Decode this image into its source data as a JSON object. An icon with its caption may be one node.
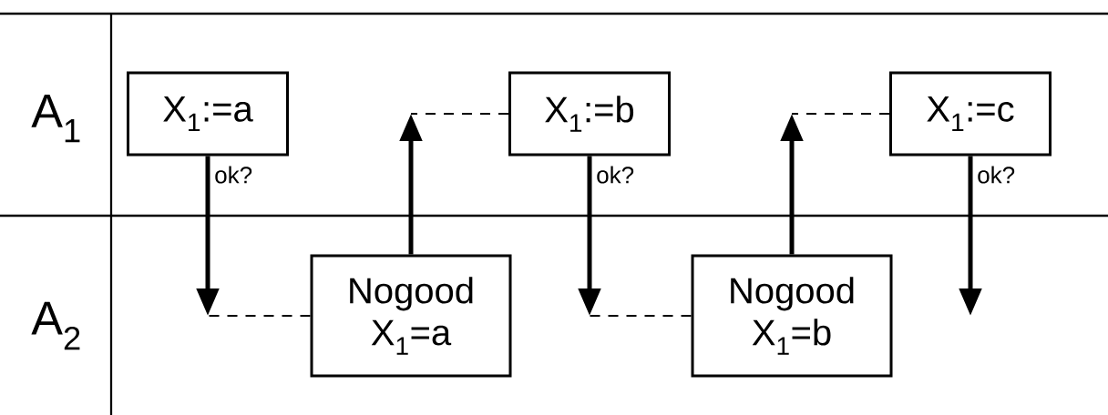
{
  "diagram": {
    "nodes": [
      {
        "text": [
          "X$_{1}$:=a"
        ]
      },
      {
        "text": [
          "Nogood X$_{1}$=a"
        ]
      },
      {
        "text": [
          "X$_{1}$:=b"
        ]
      },
      {
        "text": [
          "Nogood X$_{1}$=b"
        ]
      },
      {
        "text": [
          "X$_{1}$:=c"
        ]
      }
    ],
    "edges": [
      {
        "from": 0,
        "to": null,
        "arrow": "to",
        "label": "ok?"
      },
      {
        "from": 1,
        "to": null,
        "arrow": "none",
        "style": "dashed"
      },
      {
        "from": 1,
        "to": null,
        "arrow": "to"
      },
      {
        "from": 2,
        "to": null,
        "arrow": "none",
        "style": "dashed"
      },
      {
        "from": 2,
        "to": null,
        "arrow": "to",
        "label": "ok?"
      },
      {
        "from": 3,
        "to": null,
        "arrow": "none",
        "style": "dashed"
      },
      {
        "from": 3,
        "to": null,
        "arrow": "to"
      },
      {
        "from": 4,
        "to": null,
        "arrow": "none",
        "style": "dashed"
      },
      {
        "from": 4,
        "to": null,
        "arrow": "to",
        "label": "ok?"
      }
    ],
    "labels": [
      "A$_{1}$",
      "A$_{2}$"
    ]
  }
}
